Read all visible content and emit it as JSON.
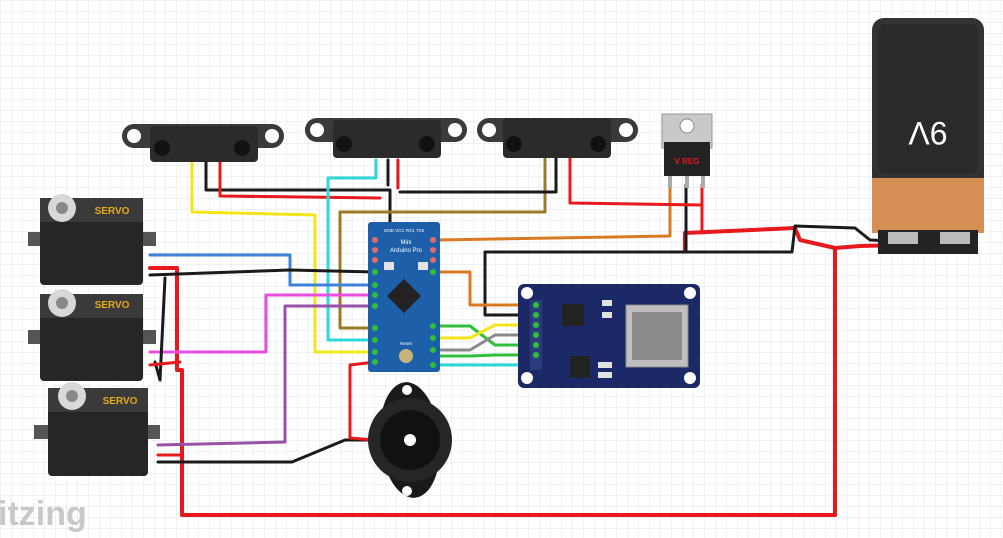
{
  "servo": {
    "label": "SERVO"
  },
  "battery": {
    "label": "9V"
  },
  "regulator": {
    "label": "V REG"
  },
  "arduino": {
    "pin_header": "GND VCC RX1 TX0",
    "title_line1": "Mini",
    "title_line2": "Arduino Pro",
    "reset_label": "Reset"
  },
  "watermark": {
    "text": "itzing"
  },
  "colors": {
    "wire_red": "#e8191c",
    "wire_black": "#1a1a1a",
    "wire_yellow": "#f3e51a",
    "wire_blue": "#3f82d6",
    "wire_cyan": "#2ed8d8",
    "wire_brown": "#9c7a25",
    "wire_orange": "#d97a20",
    "wire_magenta": "#e84ee0",
    "wire_purple": "#9a52a8",
    "wire_green": "#2fbf3a",
    "wire_gray": "#8a8a8a",
    "board_blue": "#1d5fa8",
    "sd_navy": "#1b2a66",
    "servo_body": "#262626",
    "servo_label": "#e8a91a",
    "battery_body": "#333333",
    "battery_band": "#d68f55"
  }
}
